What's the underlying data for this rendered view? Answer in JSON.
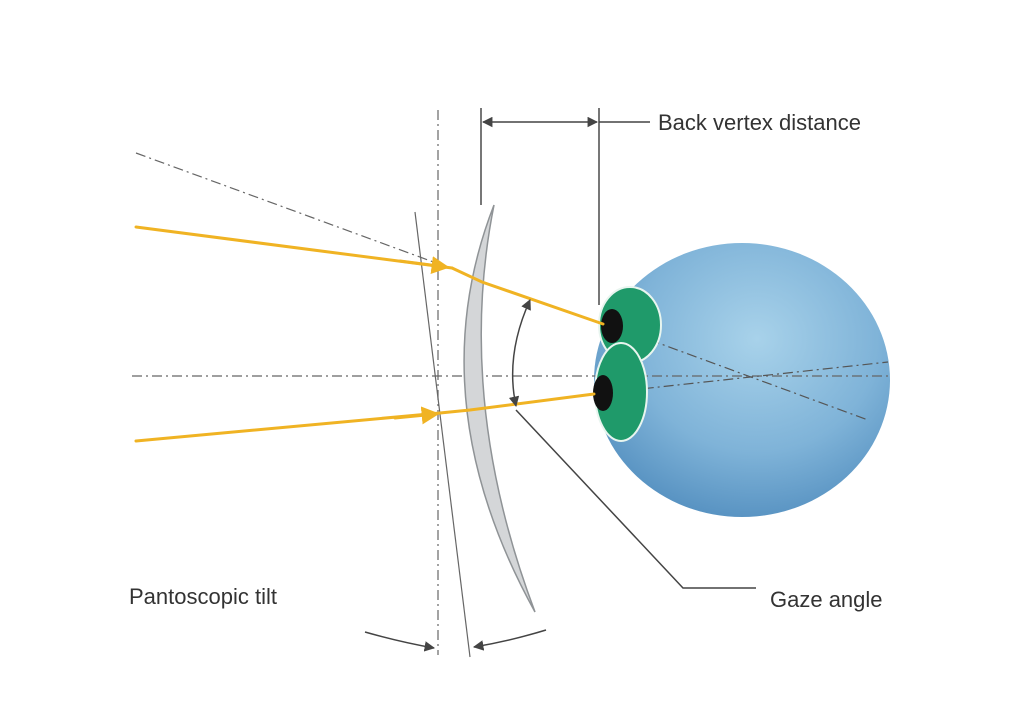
{
  "labels": {
    "back_vertex_distance": "Back vertex distance",
    "gaze_angle": "Gaze angle",
    "pantoscopic_tilt": "Pantoscopic tilt"
  },
  "colors": {
    "ray": "#f0b323",
    "eye_light": "#a8d2ea",
    "eye_dark": "#4a87ba",
    "iris": "#1f9a6a",
    "pupil": "#111111",
    "lens_fill": "#d4d6d8",
    "lens_stroke": "#8f9396",
    "line": "#555555"
  },
  "icons": {
    "eyeball": "eyeball-icon",
    "lens": "lens-icon"
  }
}
